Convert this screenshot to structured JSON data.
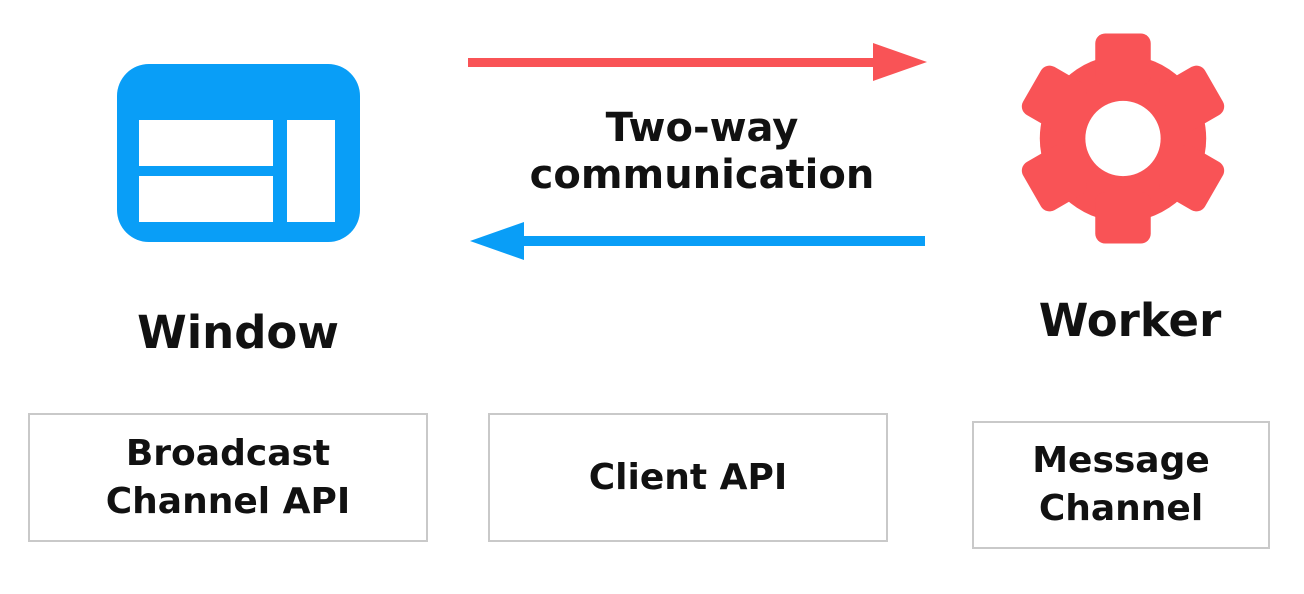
{
  "nodes": {
    "window": {
      "label": "Window",
      "icon": "browser-window-icon"
    },
    "worker": {
      "label": "Worker",
      "icon": "gear-icon"
    }
  },
  "communication": {
    "lines": [
      "Two-way",
      "communication"
    ],
    "forward_arrow": "red-right-arrow",
    "backward_arrow": "blue-left-arrow"
  },
  "api_boxes": [
    {
      "label": "Broadcast Channel API"
    },
    {
      "label": "Client API"
    },
    {
      "label": "Message Channel"
    }
  ],
  "colors": {
    "blue": "#099EF7",
    "red": "#F95356",
    "box_border": "#C9C9C9",
    "text": "#111111",
    "background": "#FFFFFF"
  }
}
